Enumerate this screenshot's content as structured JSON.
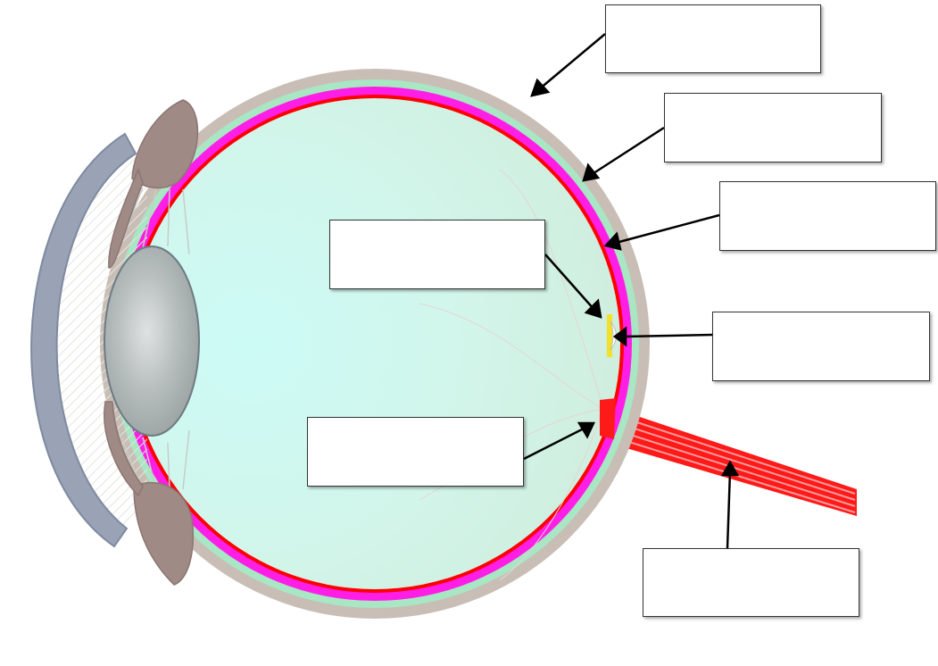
{
  "diagram": {
    "colors": {
      "sclera": "#c9beb6",
      "choroid_band": "#a8e6c4",
      "pigment_layer": "#ff1ee6",
      "retina": "#ff0000",
      "vitreous": "#cdf6ef",
      "iris": "#a08a86",
      "lens": "#a9b1b1",
      "cornea": "#99a3b5",
      "optic_nerve": "#ff1a1a",
      "fovea": "#f2e02a",
      "arrow": "#000000"
    },
    "labels": [
      {
        "id": "box-1",
        "text": ""
      },
      {
        "id": "box-2",
        "text": ""
      },
      {
        "id": "box-3",
        "text": ""
      },
      {
        "id": "box-4",
        "text": ""
      },
      {
        "id": "box-5",
        "text": ""
      },
      {
        "id": "box-6",
        "text": ""
      },
      {
        "id": "box-7",
        "text": ""
      }
    ]
  }
}
